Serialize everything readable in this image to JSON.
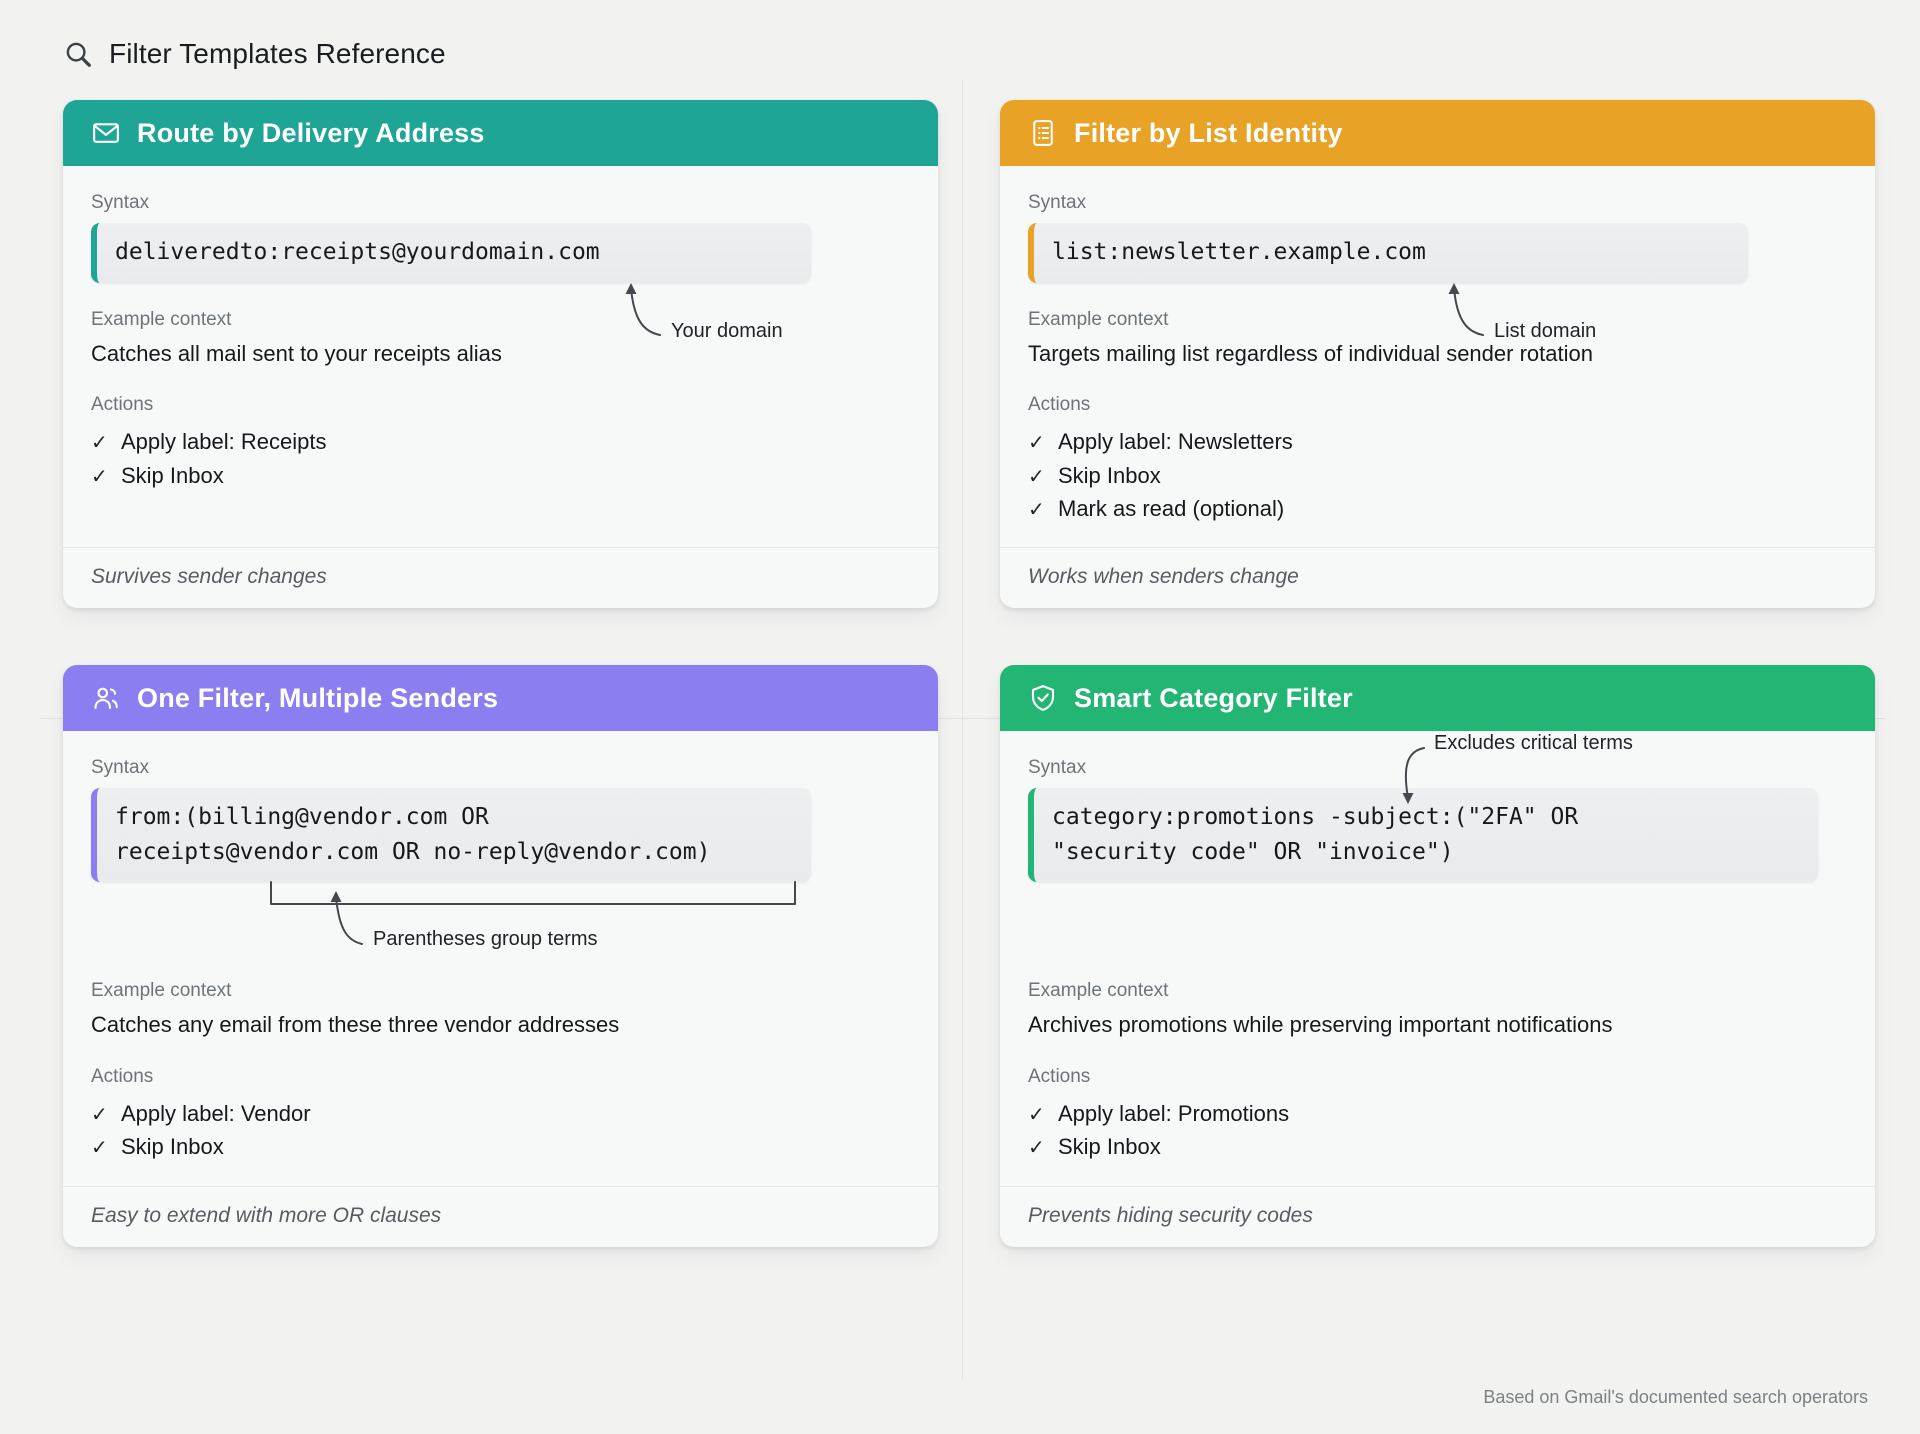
{
  "page": {
    "title": "Filter Templates Reference",
    "search_icon": "search-icon",
    "footnote": "Based on Gmail's documented search operators"
  },
  "labels": {
    "syntax": "Syntax",
    "example_context": "Example context",
    "actions": "Actions",
    "check_glyph": "✓"
  },
  "colors": {
    "card1_accent": "#1fa595",
    "card2_accent": "#e8a226",
    "card3_accent": "#8b7ef0",
    "card4_accent": "#22b573",
    "page_bg": "#f2f2f1",
    "card_bg": "#f7f8f8"
  },
  "cards": [
    {
      "id": "route-by-delivery-address",
      "title": "Route by Delivery Address",
      "icon": "envelope-icon",
      "accent": "#1fa595",
      "syntax": "deliveredto:receipts@yourdomain.com",
      "annotation": "Your domain",
      "context": "Catches all mail sent to your receipts alias",
      "actions": [
        "Apply label: Receipts",
        "Skip Inbox"
      ],
      "footer": "Survives sender changes"
    },
    {
      "id": "filter-by-list-identity",
      "title": "Filter by List Identity",
      "icon": "list-document-icon",
      "accent": "#e8a226",
      "syntax": "list:newsletter.example.com",
      "annotation": "List domain",
      "context": "Targets mailing list regardless of individual sender rotation",
      "actions": [
        "Apply label: Newsletters",
        "Skip Inbox",
        "Mark as read (optional)"
      ],
      "footer": "Works when senders change"
    },
    {
      "id": "one-filter-multiple-senders",
      "title": "One Filter, Multiple Senders",
      "icon": "users-icon",
      "accent": "#8b7ef0",
      "syntax": "from:(billing@vendor.com OR\nreceipts@vendor.com OR no-reply@vendor.com)",
      "annotation": "Parentheses group terms",
      "context": "Catches any email from these three vendor addresses",
      "actions": [
        "Apply label: Vendor",
        "Skip Inbox"
      ],
      "footer": "Easy to extend with more OR clauses"
    },
    {
      "id": "smart-category-filter",
      "title": "Smart Category Filter",
      "icon": "shield-check-icon",
      "accent": "#22b573",
      "syntax": "category:promotions -subject:(\"2FA\" OR\n\"security code\" OR \"invoice\")",
      "annotation": "Excludes critical terms",
      "context": "Archives promotions while preserving important notifications",
      "actions": [
        "Apply label: Promotions",
        "Skip Inbox"
      ],
      "footer": "Prevents hiding security codes"
    }
  ]
}
